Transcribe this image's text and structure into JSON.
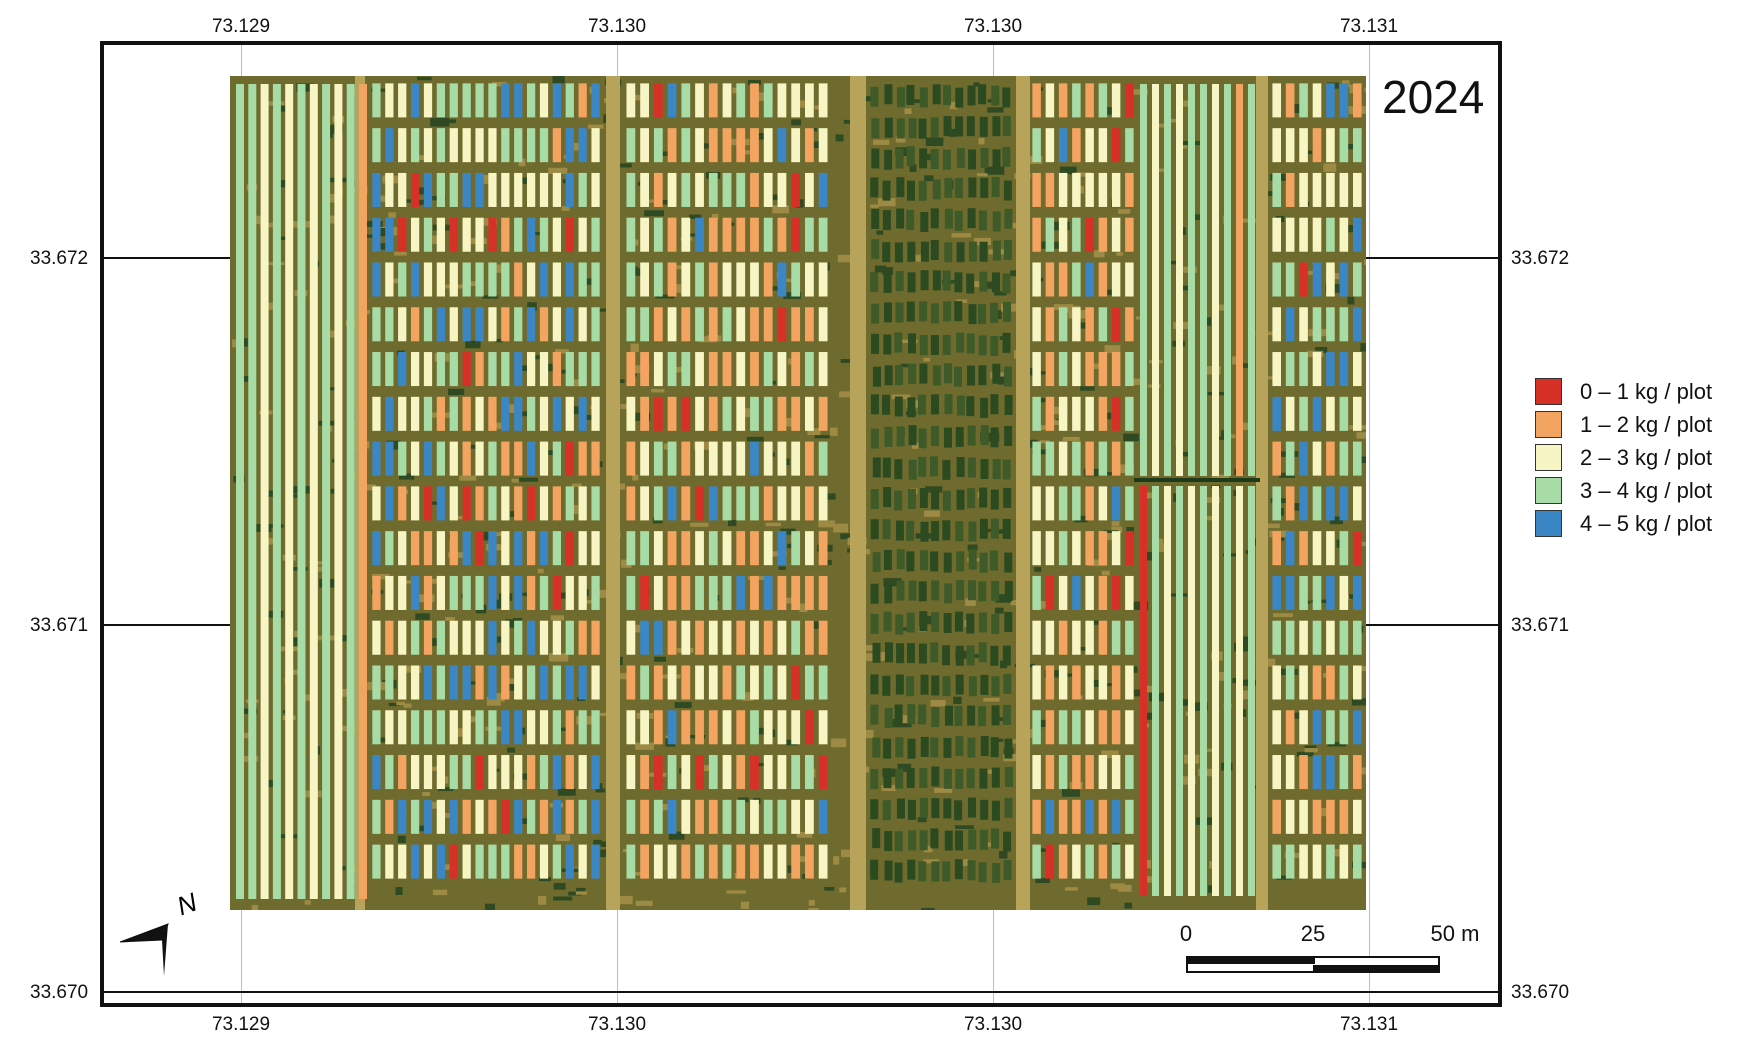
{
  "year": "2024",
  "coords": {
    "top_longitudes": [
      "73.129",
      "73.130",
      "73.130",
      "73.131"
    ],
    "bottom_longitudes": [
      "73.129",
      "73.130",
      "73.130",
      "73.131"
    ],
    "left_latitudes": [
      "33.672",
      "33.671",
      "33.670"
    ],
    "right_latitudes": [
      "33.672",
      "33.671",
      "33.670"
    ]
  },
  "legend": {
    "items": [
      {
        "label": "0 – 1 kg / plot",
        "color": "#d73027"
      },
      {
        "label": "1 – 2 kg / plot",
        "color": "#f4a461"
      },
      {
        "label": "2 – 3 kg / plot",
        "color": "#f7f5c4"
      },
      {
        "label": "3 – 4 kg / plot",
        "color": "#a8dca6"
      },
      {
        "label": "4 – 5 kg / plot",
        "color": "#3b86c4"
      }
    ]
  },
  "scale": {
    "label0": "0",
    "label25": "25",
    "label50": "50 m"
  },
  "north": {
    "label": "N",
    "icon": "north-arrow-icon"
  }
}
